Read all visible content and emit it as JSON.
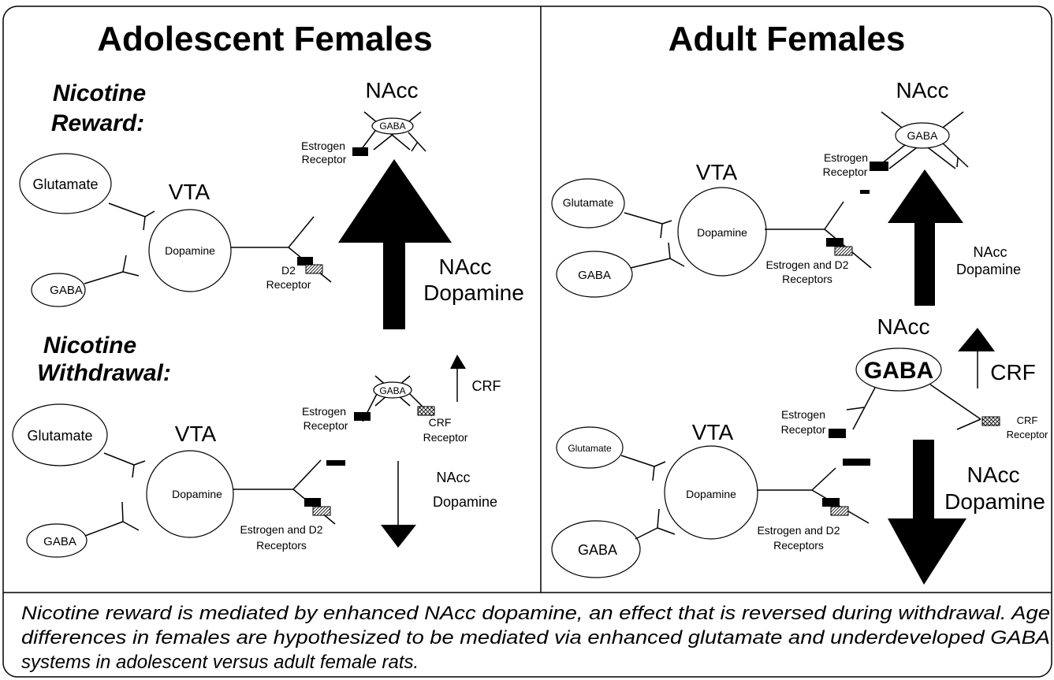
{
  "adolescent": {
    "title": "Adolescent Females",
    "reward_label_1": "Nicotine",
    "reward_label_2": "Reward:",
    "withdrawal_label_1": "Nicotine",
    "withdrawal_label_2": "Withdrawal:",
    "reward": {
      "nacc": "NAcc",
      "gaba_nacc": "GABA",
      "estrogen_1": "Estrogen",
      "estrogen_2": "Receptor",
      "glutamate": "Glutamate",
      "vta": "VTA",
      "dopamine": "Dopamine",
      "gaba": "GABA",
      "d2_1": "D2",
      "d2_2": "Receptor",
      "arrow_1": "NAcc",
      "arrow_2": "Dopamine"
    },
    "withdrawal": {
      "gaba_nacc": "GABA",
      "estrogen_1": "Estrogen",
      "estrogen_2": "Receptor",
      "crf": "CRF",
      "crf_r1": "CRF",
      "crf_r2": "Receptor",
      "glutamate": "Glutamate",
      "vta": "VTA",
      "dopamine": "Dopamine",
      "gaba": "GABA",
      "ed2_1": "Estrogen and D2",
      "ed2_2": "Receptors",
      "arrow_1": "NAcc",
      "arrow_2": "Dopamine"
    }
  },
  "adult": {
    "title": "Adult Females",
    "reward": {
      "nacc": "NAcc",
      "gaba_nacc": "GABA",
      "estrogen_1": "Estrogen",
      "estrogen_2": "Receptor",
      "glutamate": "Glutamate",
      "vta": "VTA",
      "dopamine": "Dopamine",
      "gaba": "GABA",
      "ed2_1": "Estrogen and D2",
      "ed2_2": "Receptors",
      "arrow_1": "NAcc",
      "arrow_2": "Dopamine"
    },
    "withdrawal": {
      "nacc": "NAcc",
      "gaba_nacc": "GABA",
      "crf": "CRF",
      "estrogen_1": "Estrogen",
      "estrogen_2": "Receptor",
      "crf_r1": "CRF",
      "crf_r2": "Receptor",
      "glutamate": "Glutamate",
      "vta": "VTA",
      "dopamine": "Dopamine",
      "gaba": "GABA",
      "ed2_1": "Estrogen and D2",
      "ed2_2": "Receptors",
      "arrow_1": "NAcc",
      "arrow_2": "Dopamine"
    }
  },
  "caption": {
    "line1": "Nicotine reward is mediated by enhanced NAcc dopamine, an effect that is reversed during withdrawal. Age",
    "line2": "differences in females are hypothesized to be mediated via enhanced glutamate and underdeveloped GABA",
    "line3": "systems in adolescent versus adult female rats."
  }
}
